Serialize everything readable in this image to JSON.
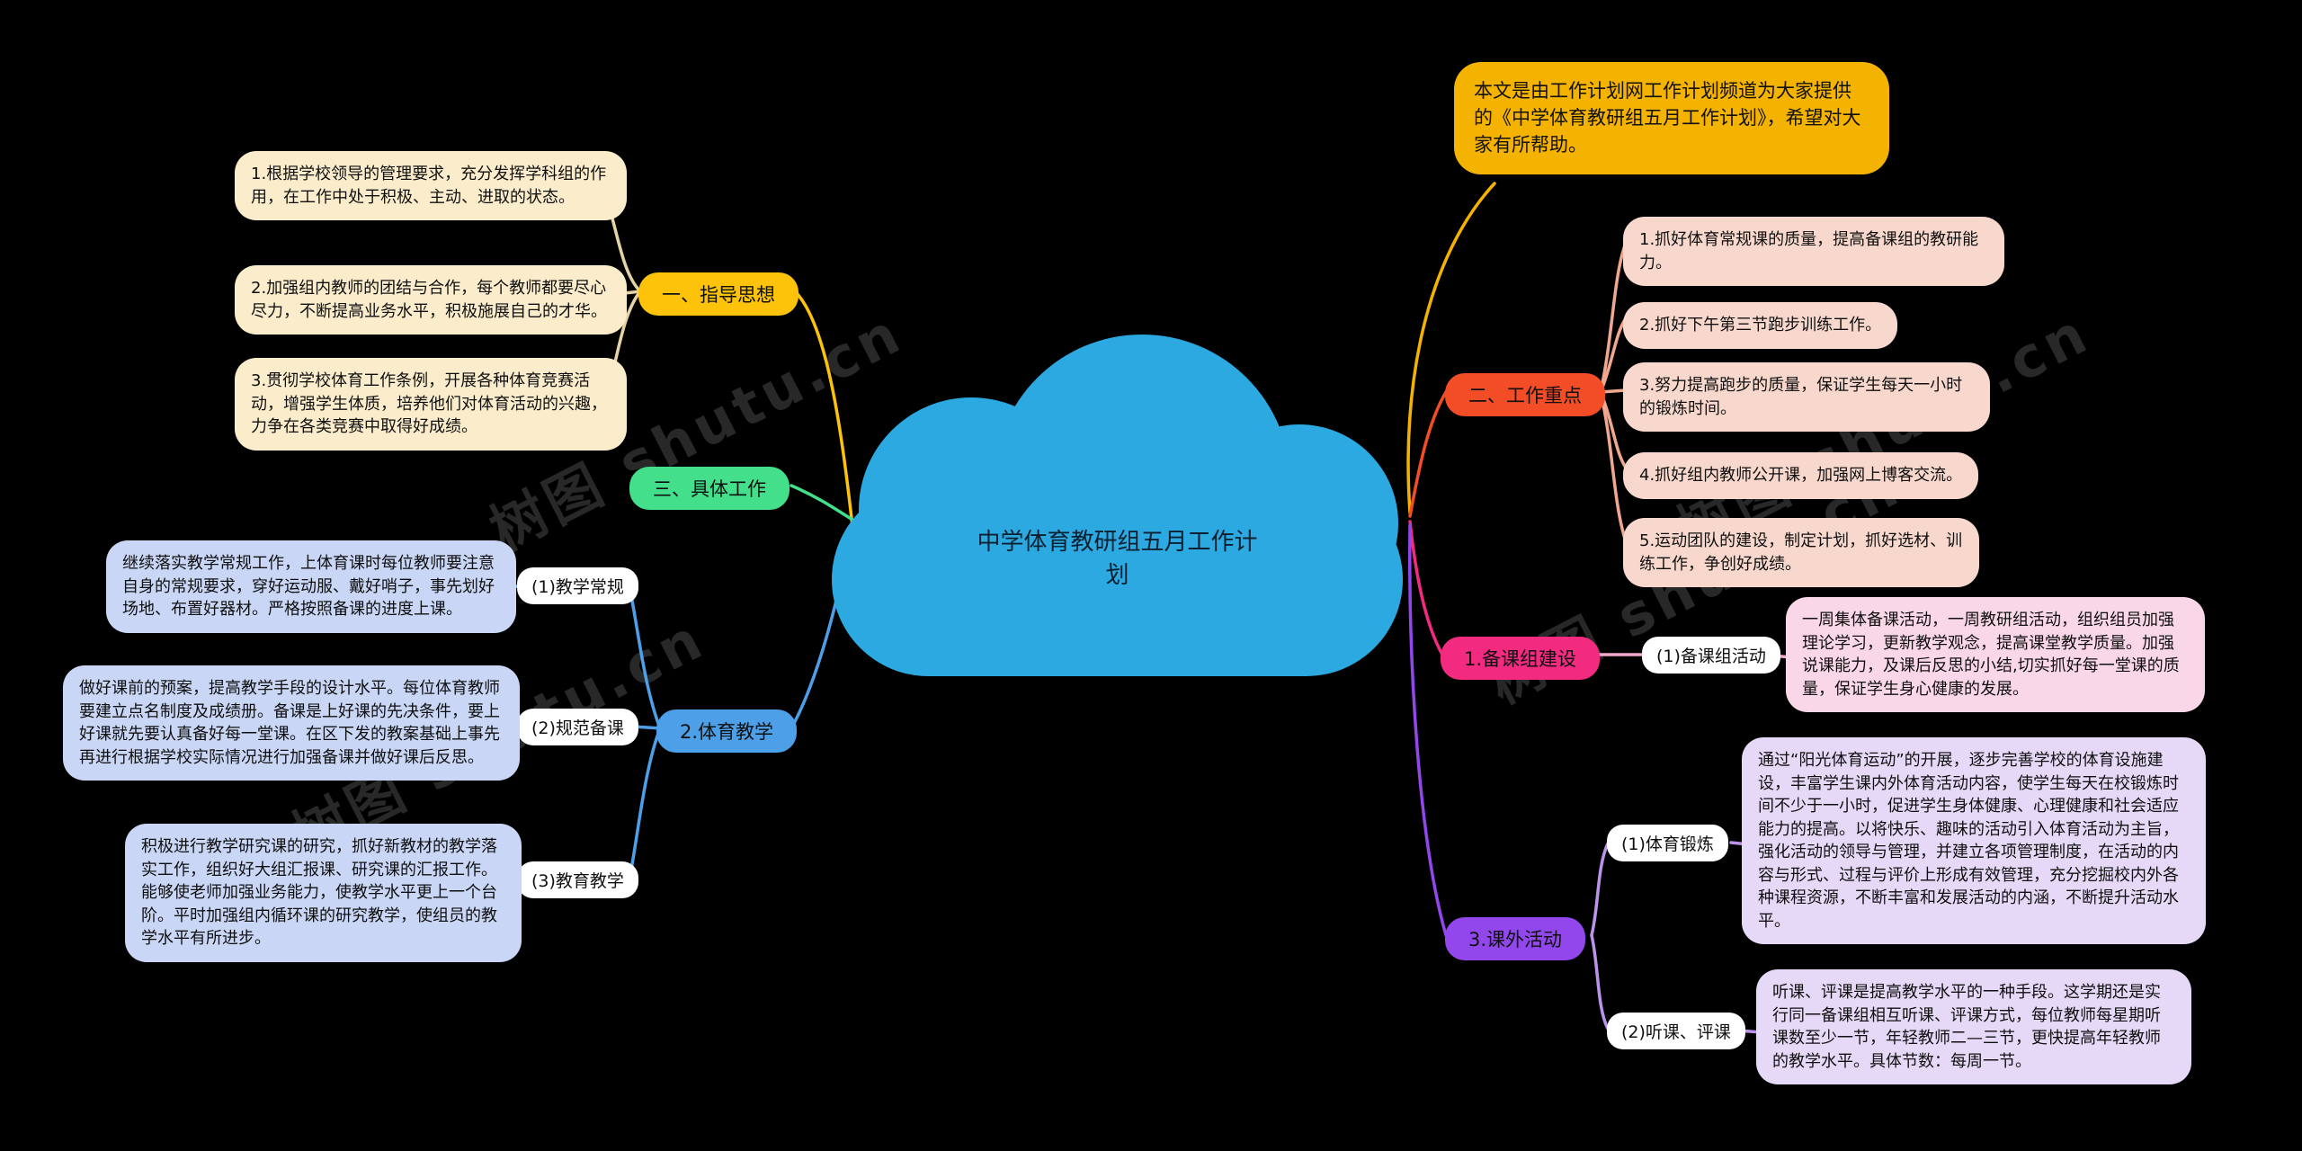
{
  "watermark": "树图 shutu.cn",
  "colors": {
    "cloud": "#2CA9E1",
    "yellow": "#FDC30A",
    "green": "#43DF8B",
    "blue": "#4D9FE8",
    "red": "#F34D27",
    "pink": "#F22A80",
    "purple": "#9147EB",
    "amber": "#F5B301",
    "cream": "#FBEDCB",
    "periwinkle": "#C9D6F5",
    "salmon": "#F8D8CD",
    "pink_note": "#F9D7E8",
    "lavender": "#E6D9F7"
  },
  "center": {
    "title": "中学体育教研组五月工作计划"
  },
  "left": {
    "guiding": {
      "label": "一、指导思想",
      "notes": [
        "1.根据学校领导的管理要求，充分发挥学科组的作用，在工作中处于积极、主动、进取的状态。",
        "2.加强组内教师的团结与合作，每个教师都要尽心尽力，不断提高业务水平，积极施展自己的才华。",
        "3.贯彻学校体育工作条例，开展各种体育竞赛活动，增强学生体质，培养他们对体育活动的兴趣，力争在各类竞赛中取得好成绩。"
      ]
    },
    "concrete": {
      "label": "三、具体工作"
    },
    "teaching": {
      "label": "2.体育教学",
      "subs": [
        {
          "label": "(1)教学常规",
          "note": "继续落实教学常规工作，上体育课时每位教师要注意自身的常规要求，穿好运动服、戴好哨子，事先划好场地、布置好器材。严格按照备课的进度上课。"
        },
        {
          "label": "(2)规范备课",
          "note": "做好课前的预案，提高教学手段的设计水平。每位体育教师要建立点名制度及成绩册。备课是上好课的先决条件，要上好课就先要认真备好每一堂课。在区下发的教案基础上事先再进行根据学校实际情况进行加强备课并做好课后反思。"
        },
        {
          "label": "(3)教育教学",
          "note": "积极进行教学研究课的研究，抓好新教材的教学落实工作，组织好大组汇报课、研究课的汇报工作。能够使老师加强业务能力，使教学水平更上一个台阶。平时加强组内循环课的研究教学，使组员的教学水平有所进步。"
        }
      ]
    }
  },
  "right": {
    "intro": "本文是由工作计划网工作计划频道为大家提供的《中学体育教研组五月工作计划》，希望对大家有所帮助。",
    "focus": {
      "label": "二、工作重点",
      "notes": [
        "1.抓好体育常规课的质量，提高备课组的教研能力。",
        "2.抓好下午第三节跑步训练工作。",
        "3.努力提高跑步的质量，保证学生每天一小时的锻炼时间。",
        "4.抓好组内教师公开课，加强网上博客交流。",
        "5.运动团队的建设，制定计划，抓好选材、训练工作，争创好成绩。"
      ]
    },
    "prep": {
      "label": "1.备课组建设",
      "sub_label": "(1)备课组活动",
      "note": "一周集体备课活动，一周教研组活动，组织组员加强理论学习，更新教学观念，提高课堂教学质量。加强说课能力，及课后反思的小结,切实抓好每一堂课的质量，保证学生身心健康的发展。"
    },
    "extra": {
      "label": "3.课外活动",
      "subs": [
        {
          "label": "(1)体育锻炼",
          "note": "通过“阳光体育运动”的开展，逐步完善学校的体育设施建设，丰富学生课内外体育活动内容，使学生每天在校锻炼时间不少于一小时，促进学生身体健康、心理健康和社会适应能力的提高。以将快乐、趣味的活动引入体育活动为主旨，强化活动的领导与管理，并建立各项管理制度，在活动的内容与形式、过程与评价上形成有效管理，充分挖掘校内外各种课程资源，不断丰富和发展活动的内涵，不断提升活动水平。"
        },
        {
          "label": "(2)听课、评课",
          "note": "听课、评课是提高教学水平的一种手段。这学期还是实行同一备课组相互听课、评课方式，每位教师每星期听课数至少一节，年轻教师二—三节，更快提高年轻教师的教学水平。具体节数：每周一节。"
        }
      ]
    }
  }
}
